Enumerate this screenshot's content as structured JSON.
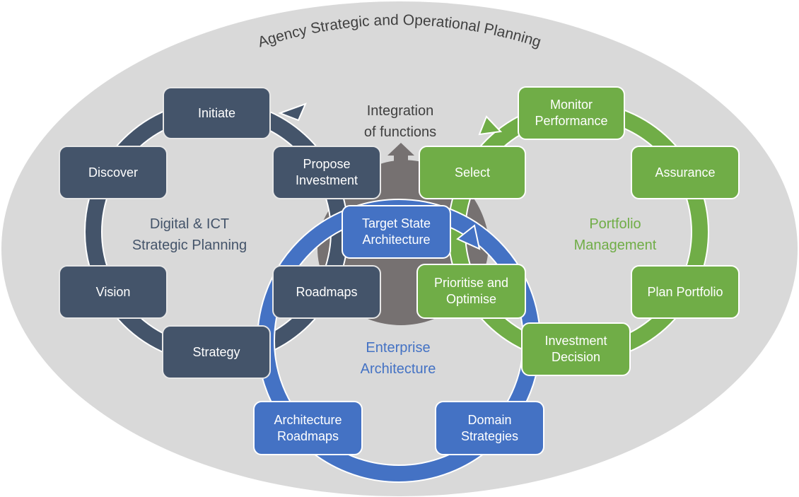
{
  "title": "Agency Strategic and Operational Planning",
  "integration_label": "Integration\nof functions",
  "colors": {
    "background_ellipse": "#d9d9d9",
    "integration_core": "#767171",
    "digital_ict": "#44546a",
    "portfolio": "#70ad47",
    "enterprise_architecture": "#4472c4",
    "title_text": "#404040"
  },
  "cycles": {
    "digital_ict": {
      "label": "Digital & ICT\nStrategic Planning",
      "nodes": [
        "Initiate",
        "Discover",
        "Vision",
        "Strategy",
        "Roadmaps",
        "Propose\nInvestment"
      ]
    },
    "portfolio": {
      "label": "Portfolio\nManagement",
      "nodes": [
        "Monitor\nPerformance",
        "Assurance",
        "Plan Portfolio",
        "Investment\nDecision",
        "Prioritise and\nOptimise",
        "Select"
      ]
    },
    "enterprise_architecture": {
      "label": "Enterprise\nArchitecture",
      "nodes": [
        "Target State\nArchitecture",
        "Architecture\nRoadmaps",
        "Domain\nStrategies"
      ]
    }
  }
}
